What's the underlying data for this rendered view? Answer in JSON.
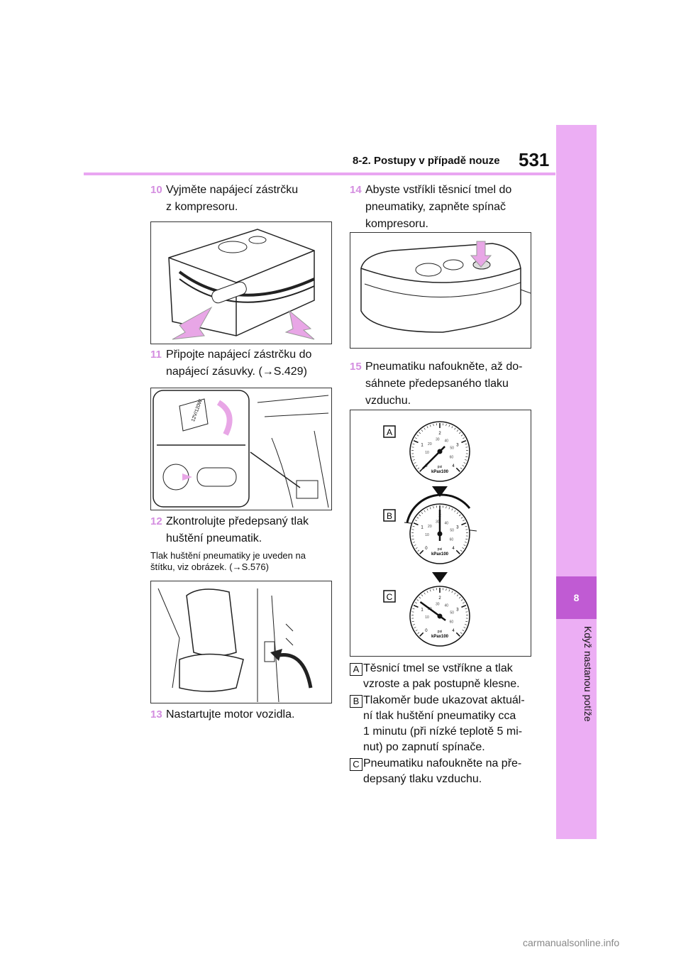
{
  "header": {
    "section_title": "8-2. Postupy v případě nouze",
    "page_number": "531"
  },
  "side_tab": {
    "chapter_number": "8",
    "chapter_title": "Když nastanou potíže"
  },
  "steps": {
    "s10": {
      "num": "10",
      "text": "Vyjměte napájecí zástrčku\nz kompresoru."
    },
    "s11": {
      "num": "11",
      "text": "Připojte napájecí zástrčku do\nnapájecí zásuvky. (→S.429)"
    },
    "s12": {
      "num": "12",
      "text": "Zkontrolujte předepsaný tlak\nhuštění pneumatik."
    },
    "s12_note": "Tlak huštění pneumatiky je uveden na\nštítku, viz obrázek. (→S.576)",
    "s13": {
      "num": "13",
      "text": "Nastartujte motor vozidla."
    },
    "s14": {
      "num": "14",
      "text": "Abyste vstříkli těsnicí tmel do\npneumatiky, zapněte spínač\nkompresoru."
    },
    "s15": {
      "num": "15",
      "text": "Pneumatiku nafoukněte, až do-\nsáhnete předepsaného tlaku\nvzduchu."
    }
  },
  "illustrations": {
    "plug_label": "12V/120W",
    "gauge_unit": "kPax100",
    "gauge_unit_psi": "psi",
    "gauge_ticks": [
      "0",
      "1",
      "2",
      "3",
      "4",
      "10",
      "20",
      "30",
      "40",
      "50",
      "60"
    ]
  },
  "gauge_panels": [
    {
      "label": "A",
      "pressure_fraction": 0.0
    },
    {
      "label": "B",
      "pressure_fraction": 0.5
    },
    {
      "label": "C",
      "pressure_fraction": 0.3
    }
  ],
  "explanations": [
    {
      "label": "A",
      "text": "Těsnicí tmel se vstříkne a tlak\nvzroste a pak postupně klesne."
    },
    {
      "label": "B",
      "text": "Tlakoměr bude ukazovat aktuál-\nní tlak huštění pneumatiky cca\n1 minutu (při nízké teplotě 5 mi-\nnut) po zapnutí spínače."
    },
    {
      "label": "C",
      "text": "Pneumatiku nafoukněte na pře-\ndepsaný tlaku vzduchu."
    }
  ],
  "footer": "carmanualsonline.info",
  "colors": {
    "accent": "#e9a6f2",
    "accent_dark": "#c05bd3",
    "arrow_pink": "#e8a6e6"
  }
}
